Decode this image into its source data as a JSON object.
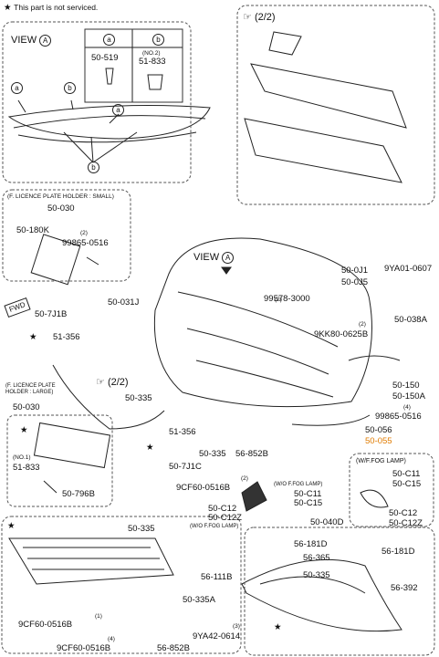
{
  "note": {
    "star": "★",
    "text": "This part is not serviced."
  },
  "view_a": {
    "title": "VIEW",
    "letter": "A"
  },
  "fastener_table": {
    "a_head": "a",
    "b_head": "b",
    "a_part": "50-519",
    "b_note": "(NO.2)",
    "b_part": "51-833"
  },
  "reinforcement": {
    "title": "(2/2)"
  },
  "plate_small": {
    "title": "(F. LICENCE PLATE HOLDER : SMALL)",
    "assembly": "50-030",
    "holder": "50-180K",
    "bolt_qty": "(2)",
    "bolt": "99865-0516"
  },
  "main": {
    "view_label": "VIEW",
    "view_letter": "A",
    "fwd": "FWD",
    "p_50031J": "50-031J",
    "p_507J1B": "50-7J1B",
    "p_51356a": "51-356",
    "ref22": "(2/2)",
    "p_50335a": "50-335",
    "p_507J1C": "50-7J1C",
    "p_51356b": "51-356",
    "p_50335b": "50-335",
    "p_56852Ba": "56-852B",
    "p_99578_qty": "(2)",
    "p_99578": "99578-3000",
    "p_500J1": "50-0J1",
    "p_500J5": "50-0J5",
    "p_9YA01": "9YA01-0607",
    "p_9KK80_qty": "(2)",
    "p_9KK80": "9KK80-0625B",
    "p_50038A": "50-038A",
    "p_50150": "50-150",
    "p_50150A": "50-150A",
    "p_99865_qty": "(4)",
    "p_99865": "99865-0516",
    "p_50056": "50-056",
    "p_50055": "50-055",
    "p_9CF60_qty": "(2)",
    "p_9CF60": "9CF60-0516B",
    "wo_fog": "(W/O F.FOG LAMP)",
    "p_50C11a": "50-C11",
    "p_50C15a": "50-C15",
    "p_50C12a": "50-C12",
    "p_50C12Za": "50-C12Z",
    "wo_fog2": "(W/O F.FOG LAMP)"
  },
  "fog_box": {
    "title": "(W/F.FOG LAMP)",
    "p_50C11": "50-C11",
    "p_50C15": "50-C15",
    "p_50C12": "50-C12",
    "p_50C12Z": "50-C12Z"
  },
  "plate_large": {
    "title1": "(F. LICENCE PLATE",
    "title2": "HOLDER : LARGE)",
    "assembly": "50-030",
    "no1": "(NO.1)",
    "p_51833": "51-833",
    "p_50796B": "50-796B"
  },
  "undercover": {
    "p_50335": "50-335",
    "p_56111B": "56-111B",
    "p_50335A": "50-335A",
    "p_9CF60_qty": "(1)",
    "p_9CF60": "9CF60-0516B",
    "p_9CF60b_qty": "(4)",
    "p_9CF60b": "9CF60-0516B",
    "p_56852B": "56-852B"
  },
  "deflector": {
    "assembly": "50-040D",
    "p_56181Da": "56-181D",
    "p_56365": "56-365",
    "p_56181Db": "56-181D",
    "p_50335": "50-335",
    "p_56392": "56-392",
    "p_9YA42_qty": "(3)",
    "p_9YA42": "9YA42-0614"
  }
}
